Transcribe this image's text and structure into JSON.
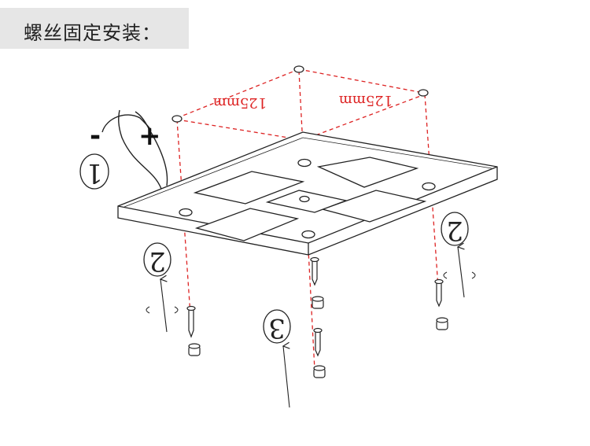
{
  "header": {
    "title": "螺丝固定安装："
  },
  "diagram": {
    "dimensions": {
      "left": "125mm",
      "right": "125mm"
    },
    "wire_signs": {
      "minus": "-",
      "plus": "+"
    },
    "steps": {
      "one": "1",
      "two": "2",
      "three": "3"
    },
    "colors": {
      "dimension_line": "#dd2222",
      "drawing": "#222222",
      "title_bg": "#e6e6e6"
    }
  }
}
